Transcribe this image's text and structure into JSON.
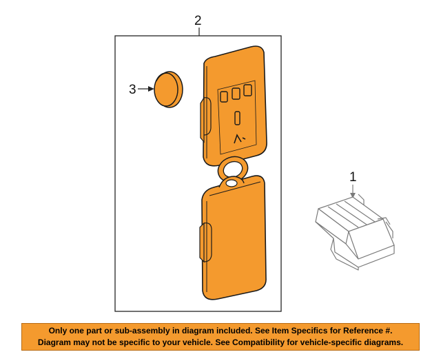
{
  "colors": {
    "part_fill": "#F49A2E",
    "part_stroke": "#1a1a1a",
    "banner_fill": "#F49A2E",
    "frame_stroke": "#222222",
    "module_stroke": "#7a7a7a"
  },
  "callouts": {
    "part_1": "1",
    "part_2": "2",
    "part_3": "3"
  },
  "key_buttons": {
    "top_row": [
      "▮",
      "▮",
      "▮"
    ],
    "middle": "▯",
    "bottom": "↗"
  },
  "disclaimer": {
    "line1": "Only one part or sub-assembly in diagram included. See Item Specifics for Reference #.",
    "line2": "Diagram may not be specific to your vehicle. See Compatibility for vehicle-specific diagrams."
  }
}
